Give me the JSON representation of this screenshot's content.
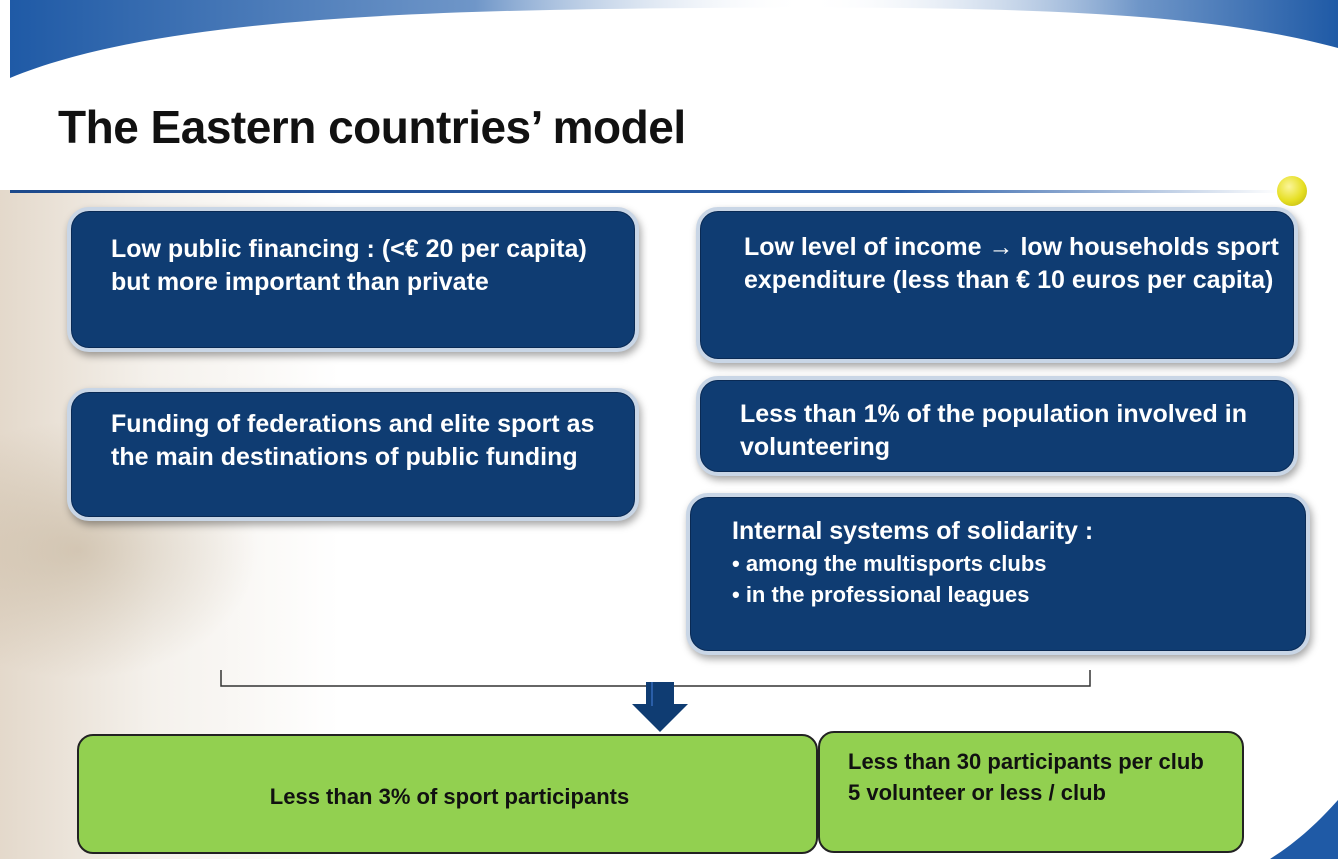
{
  "slide": {
    "title": "The Eastern countries’ model"
  },
  "boxes": {
    "public_financing": "Low public financing : (<€ 20 per capita) but more important than private",
    "funding_federations": "Funding of federations and elite sport as the main destinations of public funding",
    "income": "Low level of income → low households sport expenditure (less than € 10 euros per capita)",
    "volunteering": "Less than 1% of the population involved in volunteering",
    "solidarity": {
      "heading": "Internal systems of solidarity :",
      "bullets": [
        "• among the multisports clubs",
        "• in the professional leagues"
      ]
    }
  },
  "results": {
    "participants": "Less than 3% of sport participants",
    "club_lines": [
      "Less than 30 participants per club",
      "5 volunteer or less / club"
    ]
  },
  "colors": {
    "box_fill": "#0f3c72",
    "result_fill": "#92d050",
    "accent_blue": "#1d4a8c"
  },
  "icons": {
    "down_arrow": "down-arrow-icon",
    "ball": "tennis-ball-icon"
  }
}
